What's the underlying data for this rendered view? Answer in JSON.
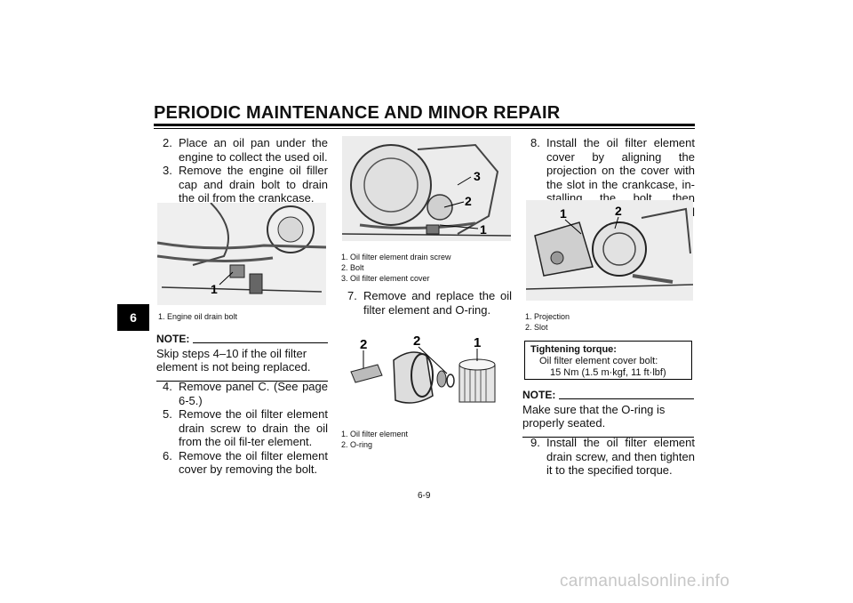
{
  "header": {
    "title": "PERIODIC MAINTENANCE AND MINOR REPAIR"
  },
  "tab": {
    "chapter": "6"
  },
  "col1": {
    "steps": [
      {
        "num": "2.",
        "text": "Place an oil pan under the engine to collect the used oil."
      },
      {
        "num": "3.",
        "text": "Remove the engine oil filler cap and drain bolt to drain the oil from the crankcase."
      }
    ],
    "figure": {
      "callouts": [
        "1"
      ],
      "captions": [
        "1.  Engine oil drain bolt"
      ]
    },
    "note": {
      "label": "NOTE:",
      "text": "Skip steps 4–10 if the oil filter element is not being replaced."
    },
    "steps2": [
      {
        "num": "4.",
        "text": "Remove panel C. (See page 6-5.)"
      },
      {
        "num": "5.",
        "text": "Remove the oil filter element drain screw to drain the oil from the oil fil-ter element."
      },
      {
        "num": "6.",
        "text": "Remove the oil filter element cover by removing the bolt."
      }
    ]
  },
  "col2": {
    "figure1": {
      "callouts": [
        "3",
        "2",
        "1"
      ],
      "captions": [
        "1.  Oil filter element drain screw",
        "2.  Bolt",
        "3.  Oil filter element cover"
      ]
    },
    "step7": {
      "num": "7.",
      "text": "Remove and replace the oil filter element and O-ring."
    },
    "figure2": {
      "callouts": [
        "2",
        "2",
        "1"
      ],
      "captions": [
        "1.  Oil filter element",
        "2.  O-ring"
      ]
    }
  },
  "col3": {
    "step8": {
      "num": "8.",
      "text": "Install the oil filter element cover by aligning the projection on the cover with the slot in the crankcase, in-stalling the bolt, then tightening it to the specified torque."
    },
    "figure": {
      "callouts": [
        "1",
        "2"
      ],
      "captions": [
        "1.  Projection",
        "2.  Slot"
      ]
    },
    "torque": {
      "title": "Tightening torque:",
      "line1": "Oil filter element cover bolt:",
      "line2": "15 Nm (1.5 m·kgf, 11 ft·lbf)"
    },
    "note": {
      "label": "NOTE:",
      "text": "Make sure that the O-ring is properly seated."
    },
    "step9": {
      "num": "9.",
      "text": "Install the oil filter element drain screw, and then tighten it to the specified torque."
    }
  },
  "page": {
    "number": "6-9"
  },
  "footer": {
    "watermark": "carmanualsonline.info"
  }
}
